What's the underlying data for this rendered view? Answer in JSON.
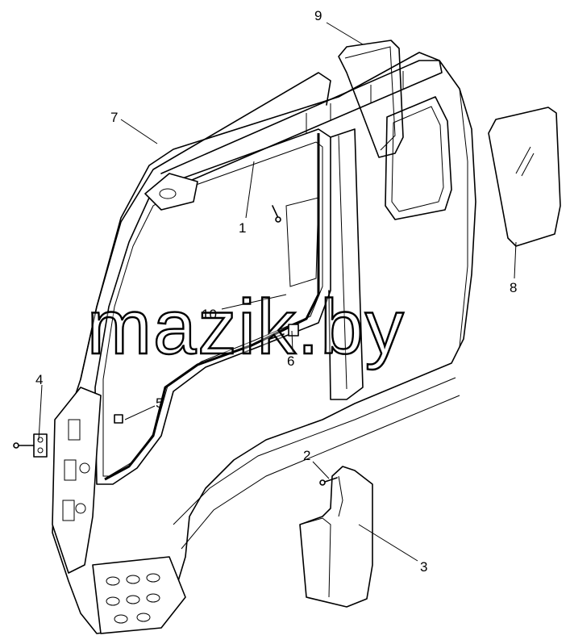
{
  "watermark": "mazik.by",
  "callouts": [
    {
      "id": "1",
      "label": "1"
    },
    {
      "id": "2",
      "label": "2"
    },
    {
      "id": "3",
      "label": "3"
    },
    {
      "id": "4",
      "label": "4"
    },
    {
      "id": "5",
      "label": "5"
    },
    {
      "id": "6",
      "label": "6"
    },
    {
      "id": "7",
      "label": "7"
    },
    {
      "id": "8",
      "label": "8"
    },
    {
      "id": "9",
      "label": "9"
    },
    {
      "id": "10",
      "label": "10"
    }
  ]
}
